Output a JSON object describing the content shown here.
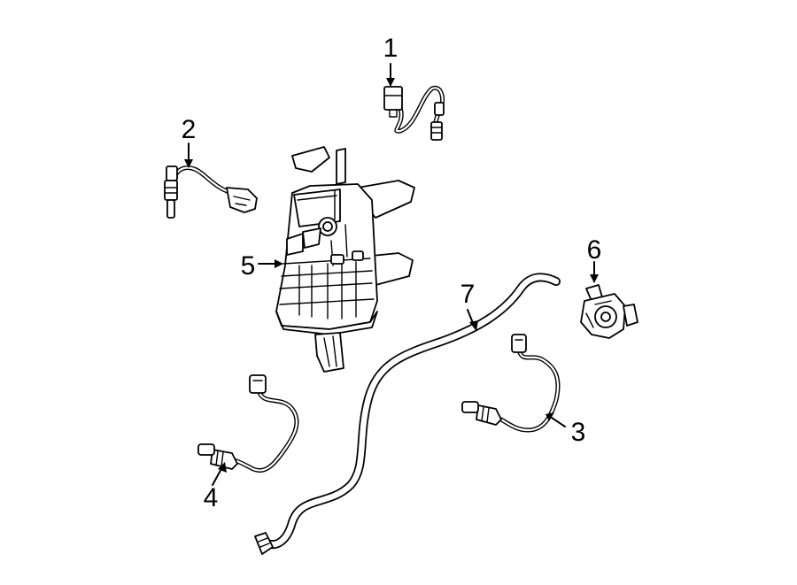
{
  "diagram": {
    "callouts": [
      {
        "id": "c1",
        "label": "1"
      },
      {
        "id": "c2",
        "label": "2"
      },
      {
        "id": "c3",
        "label": "3"
      },
      {
        "id": "c4",
        "label": "4"
      },
      {
        "id": "c5",
        "label": "5"
      },
      {
        "id": "c6",
        "label": "6"
      },
      {
        "id": "c7",
        "label": "7"
      }
    ],
    "parts": [
      {
        "id": "p1",
        "icon": "oxygen-sensor-icon"
      },
      {
        "id": "p2",
        "icon": "oxygen-sensor-icon"
      },
      {
        "id": "p3",
        "icon": "oxygen-sensor-icon"
      },
      {
        "id": "p4",
        "icon": "oxygen-sensor-icon"
      },
      {
        "id": "p5",
        "icon": "vapor-canister-icon"
      },
      {
        "id": "p6",
        "icon": "purge-valve-icon"
      },
      {
        "id": "p7",
        "icon": "vapor-hose-icon"
      }
    ],
    "colors": {
      "line": "#000000",
      "background": "#ffffff"
    }
  }
}
